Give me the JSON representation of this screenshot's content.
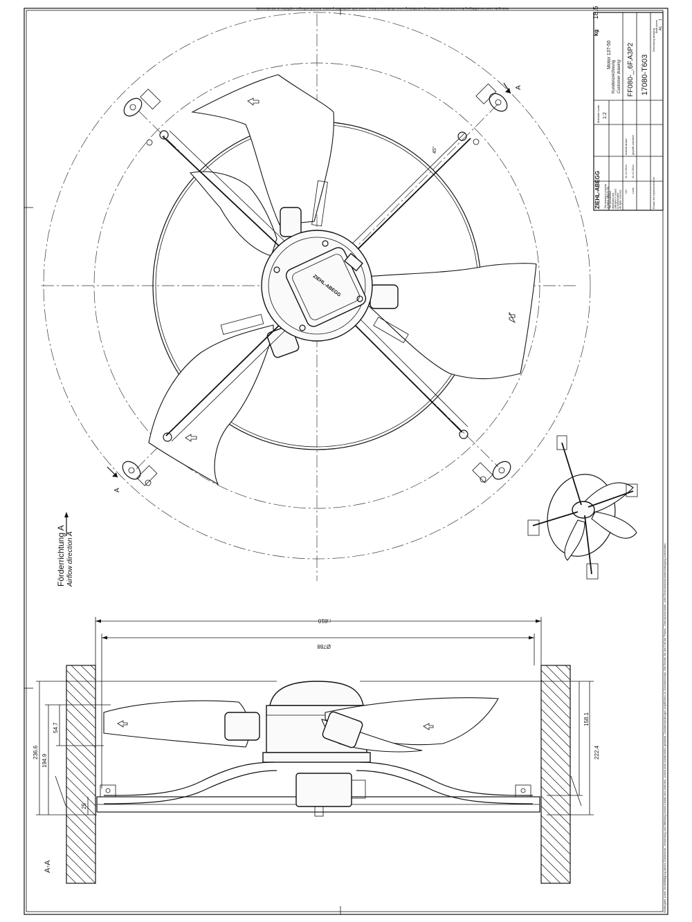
{
  "header_note": "Weitergabe sowie Vervielfältigung dieses Dokuments, Verwertung und Mitteilung seines Inhalts sind verboten, soweit nicht ausdrücklich gestattet. Zuwiderhandlungen verpflichten zu Schadenersatz.",
  "side_note": "Weitergabe sowie Vervielfältigung dieses Dokuments, Verwertung und Mitteilung seines Inhalts sind verboten, soweit nicht ausdrücklich gestattet. Zuwiderhandlungen verpflichten zu Schadenersatz. Alle Rechte für den Fall der Patent-, Gebrauchsmuster- oder Geschmacksmustereintragung vorbehalten.",
  "airflow": {
    "label_de": "Förderrichtung A",
    "label_en": "Airflow direction A"
  },
  "section": {
    "marker": "A",
    "label": "A-A"
  },
  "title_block": {
    "weight_icon": "kg",
    "weight": "18.5",
    "motor": "Motor 137-50",
    "title_de": "Kundenzeichnung",
    "title_en": "Customer drawing",
    "part_number": "FF080-_.6F.A3P2",
    "drawing_number": "17080-T603",
    "scale_label": "Maßstab scale",
    "scale": "1:2",
    "sheet_label": "Blatt sheet",
    "sheet": "1",
    "sheet_size": "A1",
    "brand": "ZIEHL-ABEGG",
    "copyright_lines": [
      "This drawing is property",
      "of ZIEHL-ABEGG SE.",
      "The reproduction,",
      "distribution and",
      "utilization is subject",
      "to authorization.",
      "All rights reserved."
    ],
    "drawn_label": "erstellt drawn",
    "checked_label": "geprüft checked",
    "date_drawn": "11.12.2014",
    "date_checked": "11.12.2014",
    "name_drawn": "NN",
    "name_checked": "Loris",
    "replaced_label": "Ersatz für replacement for",
    "drawing_label": "Zeichnung drawing"
  },
  "dimensions": {
    "outer_square": "□810",
    "diameter": "Ø788",
    "height_total": "236.6",
    "height_194": "194.9",
    "height_54": "54.7",
    "height_25": "25",
    "height_158": "158.1",
    "height_222": "222.4"
  },
  "nameplate": {
    "brand": "ZIEHL-ABEGG"
  },
  "angle_mark": "45°"
}
